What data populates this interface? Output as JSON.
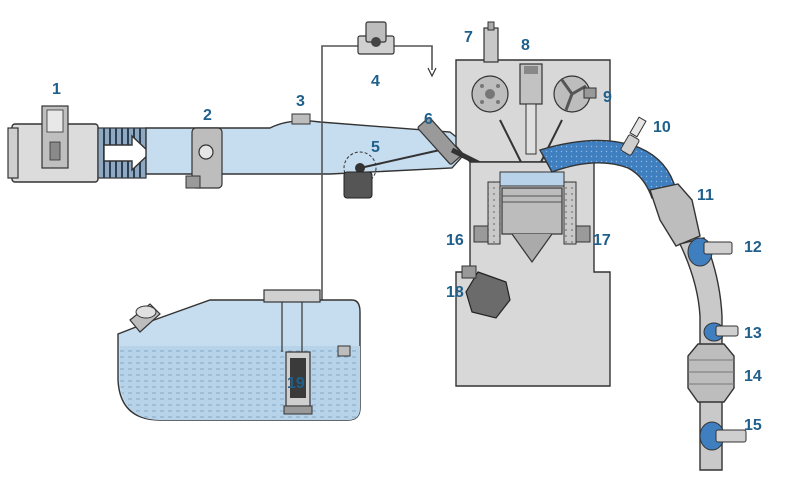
{
  "colors": {
    "label": "#1f5f8b",
    "intake_air": "#c6dcef",
    "exhaust_gas": "#3f7fc0",
    "metal": "#d4d4d4",
    "outline": "#333333",
    "fuel": "#b7d3ea"
  },
  "callouts": [
    {
      "id": "1",
      "text": "1",
      "part": "air-mass-meter"
    },
    {
      "id": "2",
      "text": "2",
      "part": "throttle-device"
    },
    {
      "id": "3",
      "text": "3",
      "part": "intake-manifold-pressure-sensor"
    },
    {
      "id": "4",
      "text": "4",
      "part": "canister-purge-valve"
    },
    {
      "id": "5",
      "text": "5",
      "part": "intake-flap"
    },
    {
      "id": "6",
      "text": "6",
      "part": "fuel-injector"
    },
    {
      "id": "7",
      "text": "7",
      "part": "fuel-rail"
    },
    {
      "id": "8",
      "text": "8",
      "part": "ignition-coil"
    },
    {
      "id": "9",
      "text": "9",
      "part": "camshaft-phase-adjuster"
    },
    {
      "id": "10",
      "text": "10",
      "part": "lambda-sensor-upstream"
    },
    {
      "id": "11",
      "text": "11",
      "part": "primary-catalytic-converter"
    },
    {
      "id": "12",
      "text": "12",
      "part": "lambda-sensor"
    },
    {
      "id": "13",
      "text": "13",
      "part": "exhaust-temperature-sensor"
    },
    {
      "id": "14",
      "text": "14",
      "part": "main-catalytic-converter"
    },
    {
      "id": "15",
      "text": "15",
      "part": "lambda-sensor-downstream"
    },
    {
      "id": "16",
      "text": "16",
      "part": "knock-sensor-left"
    },
    {
      "id": "17",
      "text": "17",
      "part": "knock-sensor-right"
    },
    {
      "id": "18",
      "text": "18",
      "part": "speed-sensor"
    },
    {
      "id": "19",
      "text": "19",
      "part": "fuel-pump-module"
    }
  ]
}
